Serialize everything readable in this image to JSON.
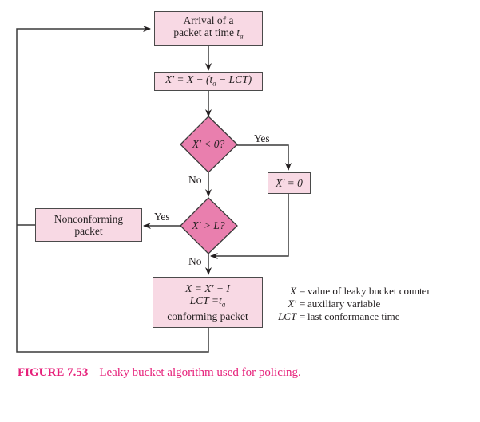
{
  "diagram": {
    "nodes": {
      "arrival": {
        "line1": "Arrival of a",
        "line2": "packet at time ",
        "sub": "ta"
      },
      "compute": {
        "text": "X′ = X − (t",
        "sub": "a",
        "tail": " − LCT)"
      },
      "decision1": {
        "text": "X′ < 0?"
      },
      "reset": {
        "text": "X′ = 0"
      },
      "decision2": {
        "text": "X′ > L?"
      },
      "nonconforming": {
        "line1": "Nonconforming",
        "line2": "packet"
      },
      "conforming": {
        "line1": "X = X′ + I",
        "line2": "LCT =t",
        "line2_sub": "a",
        "line3": "conforming packet"
      }
    },
    "edge_labels": {
      "d1_yes": "Yes",
      "d1_no": "No",
      "d2_yes": "Yes",
      "d2_no": "No"
    },
    "legend": [
      {
        "key": "X =",
        "desc": "value of leaky bucket counter"
      },
      {
        "key": "X′ =",
        "desc": "auxiliary variable"
      },
      {
        "key": "LCT =",
        "desc": "last conformance time"
      }
    ],
    "colors": {
      "box_fill": "#f8d9e4",
      "diamond_fill": "#e97fae",
      "caption": "#e6207a"
    }
  },
  "caption": {
    "label": "FIGURE 7.53",
    "text": "Leaky bucket algorithm used for policing."
  }
}
